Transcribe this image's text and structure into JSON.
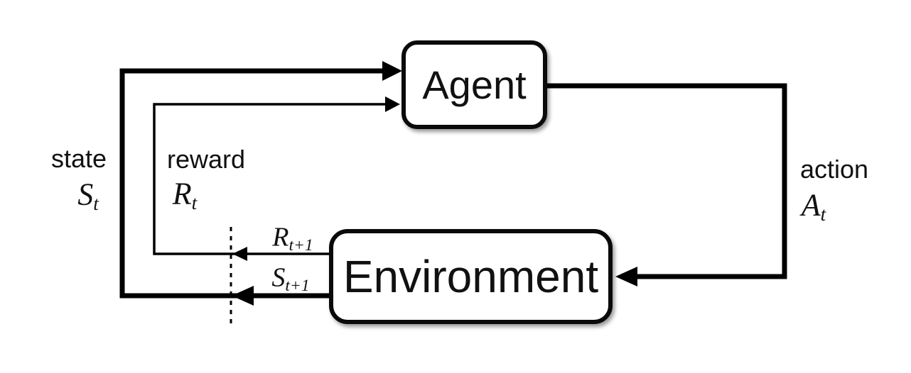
{
  "diagram_type": "agent-environment-interaction-loop",
  "nodes": {
    "agent": {
      "label": "Agent"
    },
    "environment": {
      "label": "Environment"
    }
  },
  "labels": {
    "state": {
      "word": "state",
      "symbol": "S",
      "subscript": "t"
    },
    "reward": {
      "word": "reward",
      "symbol": "R",
      "subscript": "t"
    },
    "action": {
      "word": "action",
      "symbol": "A",
      "subscript": "t"
    },
    "next_reward": {
      "symbol": "R",
      "subscript": "t+1"
    },
    "next_state": {
      "symbol": "S",
      "subscript": "t+1"
    }
  },
  "edges": [
    {
      "name": "state-arrow",
      "from": "environment",
      "to": "agent",
      "style": "thick"
    },
    {
      "name": "reward-arrow",
      "from": "environment",
      "to": "agent",
      "style": "thin"
    },
    {
      "name": "action-arrow",
      "from": "agent",
      "to": "environment",
      "style": "thick"
    },
    {
      "name": "time-step-boundary",
      "style": "dashed-vertical"
    }
  ],
  "colors": {
    "line": "#000000",
    "box_border": "#0a0a0a",
    "box_fill": "#ffffff",
    "background": "#ffffff",
    "text": "#111111"
  }
}
